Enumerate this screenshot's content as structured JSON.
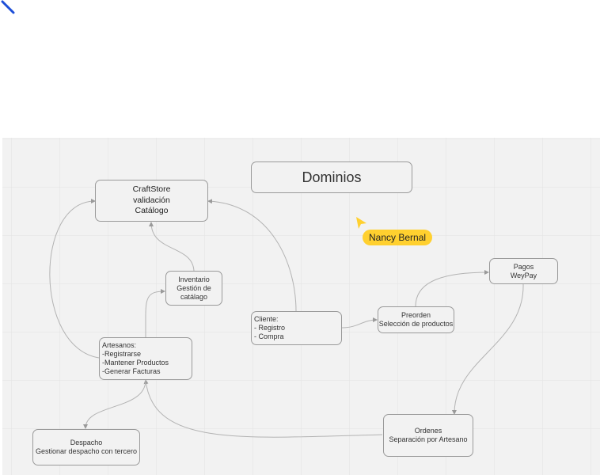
{
  "title": "Dominios",
  "nodes": {
    "craftstore": [
      "CraftStore",
      "validación",
      "Catálogo"
    ],
    "inventario": [
      "Inventario",
      "Gestión de",
      "catálago"
    ],
    "cliente": [
      "Cliente:",
      "- Registro",
      "- Compra"
    ],
    "preorden": [
      "Preorden",
      "Selección de productos"
    ],
    "pagos": [
      "Pagos",
      "WeyPay"
    ],
    "artesanos": [
      "Artesanos:",
      "-Registrarse",
      "-Mantener Productos",
      "-Generar Facturas"
    ],
    "despacho": [
      "Despacho",
      "Gestionar despacho con tercero"
    ],
    "ordenes": [
      "Ordenes",
      "Separación por Artesano"
    ]
  },
  "collaborator": {
    "name": "Nancy Bernal",
    "color": "#ffd02f"
  },
  "colors": {
    "canvas": "#f2f2f2",
    "grid": "#e2e2e2",
    "border": "#9a9a9a",
    "edge": "#b3b3b3",
    "pen": "#1d4ed8"
  },
  "icons": [
    "pen-tool-icon",
    "collaborator-cursor-icon"
  ]
}
